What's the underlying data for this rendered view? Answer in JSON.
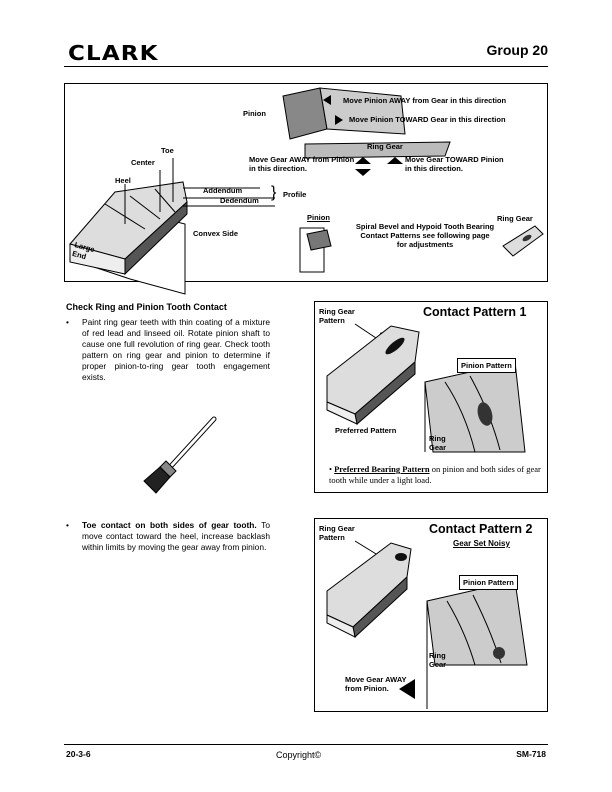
{
  "header": {
    "brand": "CLARK",
    "group": "Group 20"
  },
  "figure_top": {
    "arrow_away_label": "Move Pinion AWAY from Gear in this direction",
    "arrow_toward_label": "Move Pinion TOWARD Gear in this direction",
    "pinion_label": "Pinion",
    "ring_gear_label": "Ring Gear",
    "gear_away_label": "Move Gear AWAY from Pinion in this direction.",
    "gear_toward_label": "Move Gear TOWARD Pinion in this direction.",
    "toe_label": "Toe",
    "center_label": "Center",
    "heel_label": "Heel",
    "addendum_label": "Addendum",
    "dedendum_label": "Dedendum",
    "profile_label": "Profile",
    "convex_side_label": "Convex Side",
    "large_end_label": "Large End",
    "pinion_small_label": "Pinion",
    "spiral_label": "Spiral Bevel and Hypoid Tooth Bearing Contact Patterns see following page for adjustments",
    "ring_gear_small_label": "Ring Gear"
  },
  "section1": {
    "heading": "Check Ring and Pinion Tooth Contact",
    "bullet_symbol": "•",
    "bullet": "Paint ring gear teeth with thin coating of a mixture of red lead and linseed oil. Rotate pinion shaft to cause one full revolution of ring gear. Check tooth pattern on ring gear and pinion to determine if proper pinion-to-ring gear tooth engagement exists."
  },
  "contact1": {
    "title": "Contact Pattern 1",
    "ring_gear_pattern": "Ring Gear Pattern",
    "pinion_pattern": "Pinion Pattern",
    "preferred_pattern": "Preferred Pattern",
    "ring_gear": "Ring Gear",
    "note_bullet": "•",
    "note_underlined": "Preferred Bearing Pattern",
    "note_rest": " on pinion and both sides of gear tooth while under a light load."
  },
  "section2": {
    "bullet_symbol": "•",
    "bullet_bold": "Toe contact on both sides of gear tooth.",
    "bullet_rest": " To move contact toward the heel, increase backlash within limits by moving the gear away from pinion."
  },
  "contact2": {
    "title": "Contact Pattern 2",
    "subtitle": "Gear Set Noisy",
    "ring_gear_pattern": "Ring Gear Pattern",
    "pinion_pattern": "Pinion Pattern",
    "ring_gear": "Ring Gear",
    "move_gear_away": "Move Gear AWAY from Pinion."
  },
  "footer": {
    "page": "20-3-6",
    "copyright": "Copyright©",
    "doc": "SM-718"
  }
}
